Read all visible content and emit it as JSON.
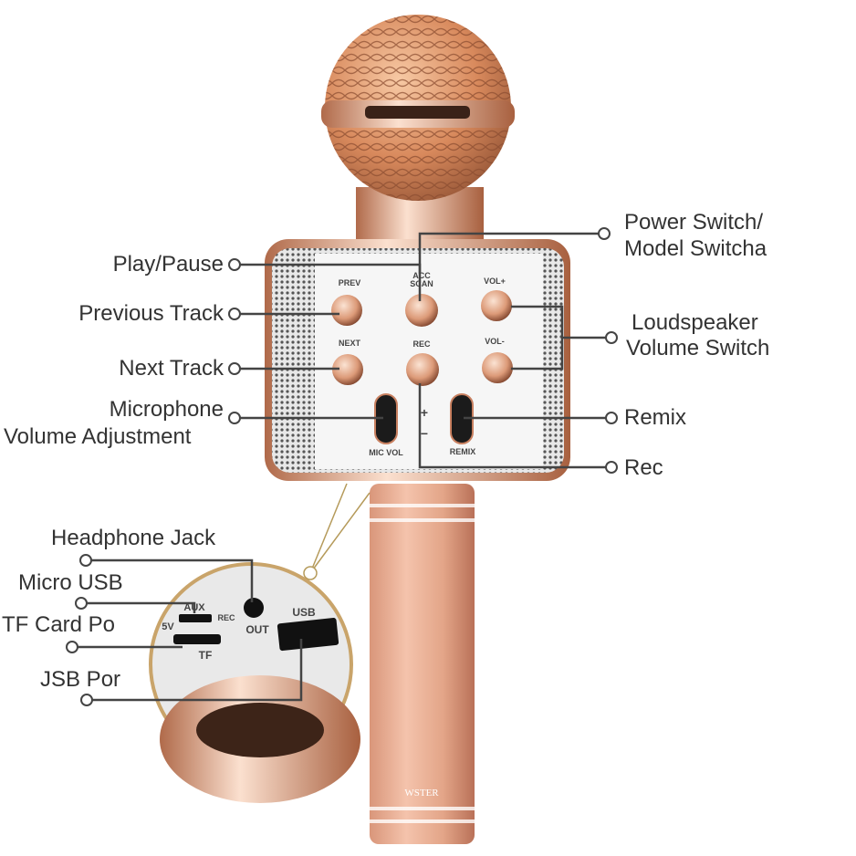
{
  "labels": {
    "play_pause": "Play/Pause",
    "previous_track": "Previous Track",
    "next_track": "Next Track",
    "mic_volume_1": "Microphone",
    "mic_volume_2": "Volume Adjustment",
    "power_1": "Power Switch/",
    "power_2": "Model Switcha",
    "loudspeaker_1": "Loudspeaker",
    "loudspeaker_2": "Volume Switch",
    "remix": "Remix",
    "rec": "Rec",
    "headphone_jack": "Headphone Jack",
    "micro_usb": "Micro USB",
    "tf_card": "TF Card Po",
    "usb_port": "JSB Por"
  },
  "panel": {
    "prev": "PREV",
    "acc": "ACC",
    "scan": "SCAN",
    "vol_plus": "VOL+",
    "next": "NEXT",
    "rec": "REC",
    "vol_minus": "VOL-",
    "plus": "+",
    "minus": "−",
    "mic_vol": "MIC VOL",
    "remix": "REMIX"
  },
  "ports": {
    "aux": "AUX",
    "five_v": "5V",
    "rec": "REC",
    "out": "OUT",
    "usb": "USB",
    "tf": "TF"
  },
  "brand": "WSTER",
  "colors": {
    "rose_gold": "#e0a07c",
    "line": "#444444",
    "grille": "#bdbdbd"
  }
}
